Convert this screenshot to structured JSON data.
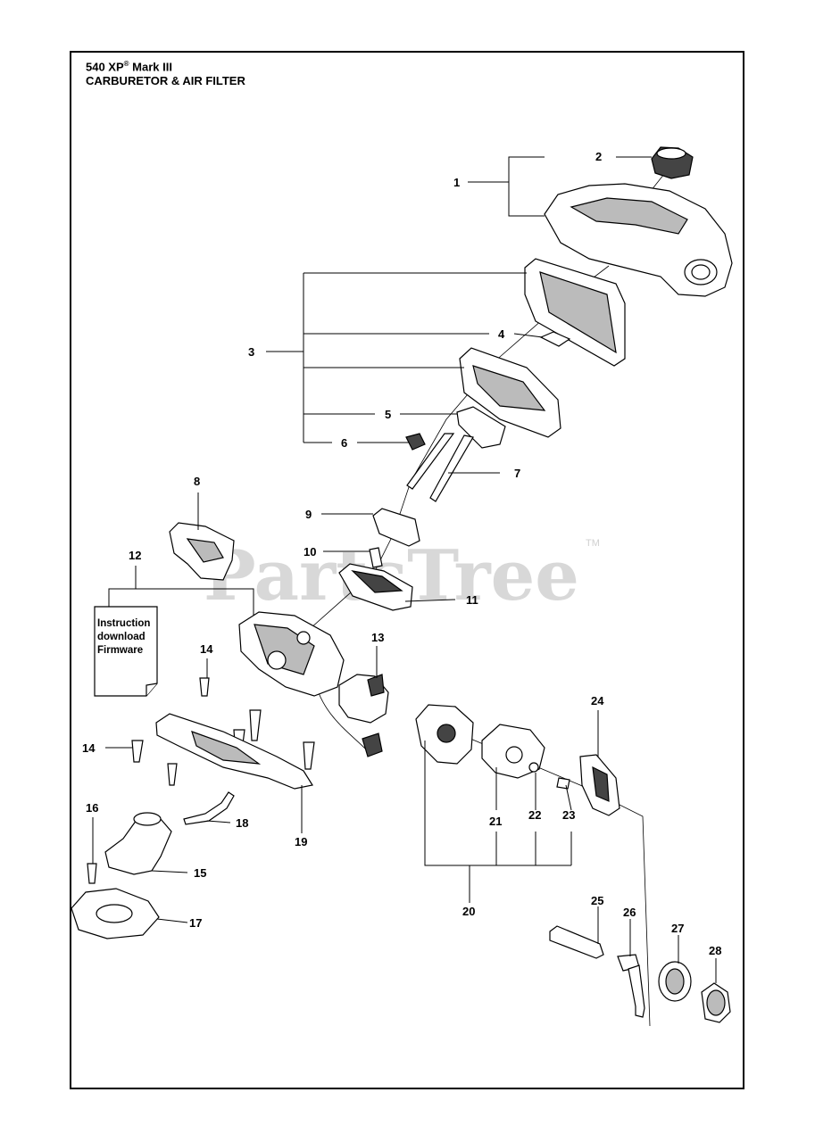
{
  "header": {
    "model": "540 XP",
    "registered_mark": "®",
    "mark": " Mark III",
    "section": "CARBURETOR & AIR FILTER"
  },
  "watermark": {
    "text": "PartsTree",
    "trademark": "TM"
  },
  "note_sheet": {
    "lines": [
      "Instruction",
      "download",
      "Firmware"
    ]
  },
  "callouts": [
    "1",
    "2",
    "3",
    "4",
    "5",
    "6",
    "7",
    "8",
    "9",
    "10",
    "11",
    "12",
    "13",
    "14",
    "14",
    "15",
    "16",
    "17",
    "18",
    "19",
    "20",
    "21",
    "22",
    "23",
    "24",
    "25",
    "26",
    "27",
    "28"
  ],
  "colors": {
    "line": "#000000",
    "watermark": "#d8d8d8",
    "background": "#ffffff"
  }
}
